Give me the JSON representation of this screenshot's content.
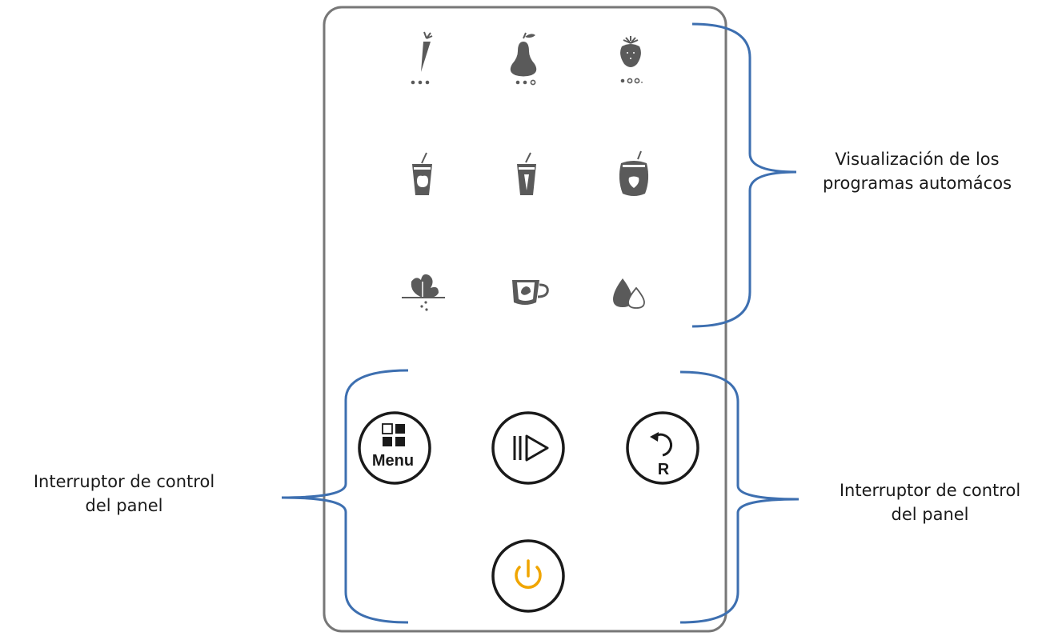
{
  "labels": {
    "programs_line1": "Visualización de los",
    "programs_line2": "programas automácos",
    "left_control_line1": "Interruptor de control",
    "left_control_line2": "del panel",
    "right_control_line1": "Interruptor de control",
    "right_control_line2": "del panel"
  },
  "buttons": {
    "menu_label": "Menu",
    "reset_label": "R"
  },
  "program_icons": [
    "carrot-icon",
    "pear-icon",
    "strawberry-icon",
    "juice-glass-apple-icon",
    "juice-glass-carrot-icon",
    "jar-strawberry-icon",
    "spinach-icon",
    "coffee-cup-icon",
    "drops-icon"
  ],
  "icon_names": {
    "menu": "menu-grid-icon",
    "play_pause": "play-pause-icon",
    "reset": "reset-icon",
    "power": "power-icon"
  },
  "colors": {
    "panel_border": "#777777",
    "icon": "#5a5a5a",
    "bracket": "#3d6fb0",
    "power_accent": "#f0a500",
    "button_border": "#1a1a1a"
  }
}
